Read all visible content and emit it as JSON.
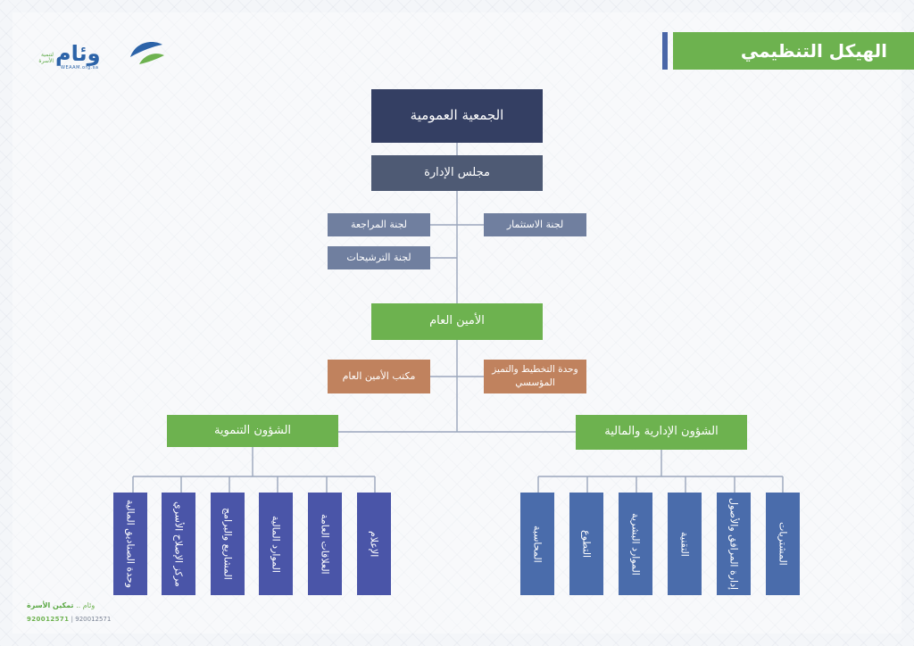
{
  "title": "الهيكل التنظيمي",
  "logo": {
    "name": "وئام",
    "tagline": "لتنمية الأسرة",
    "url": "WEAAM.org.sa"
  },
  "chart": {
    "general_assembly": "الجمعية العمومية",
    "board": "مجلس الإدارة",
    "audit_committee": "لجنة المراجعة",
    "investment_committee": "لجنة الاستثمار",
    "nominations_committee": "لجنة الترشيحات",
    "secretary_general": "الأمين العام",
    "sg_office": "مكتب الأمين العام",
    "planning_unit": "وحدة التخطيط والتميز المؤسسي",
    "development_affairs": "الشؤون التنموية",
    "admin_finance_affairs": "الشؤون الإدارية والمالية",
    "development_units": [
      "وحدة الصناديق المالية",
      "مركز الإصلاح الأسري",
      "المشاريع والبرامج",
      "الموارد المالية",
      "العلاقات العامة",
      "الإعلام"
    ],
    "admin_units": [
      "المحاسبة",
      "التطوع",
      "الموارد البشرية",
      "التقنية",
      "إدارة المرافق والأصول",
      "المشتريات"
    ]
  },
  "footer": {
    "brand_prefix": "وئام ..",
    "brand_slogan": "تمكين الأسرة",
    "mark": "920012571",
    "phone": "| 920012571"
  },
  "colors": {
    "navy": "#343f63",
    "slate": "#4e5a74",
    "blue_grey": "#707f9f",
    "green": "#6db24f",
    "copper": "#c0825e",
    "royal": "#4a55a8",
    "steel": "#4a6cab",
    "title_accent": "#4a66a8"
  }
}
